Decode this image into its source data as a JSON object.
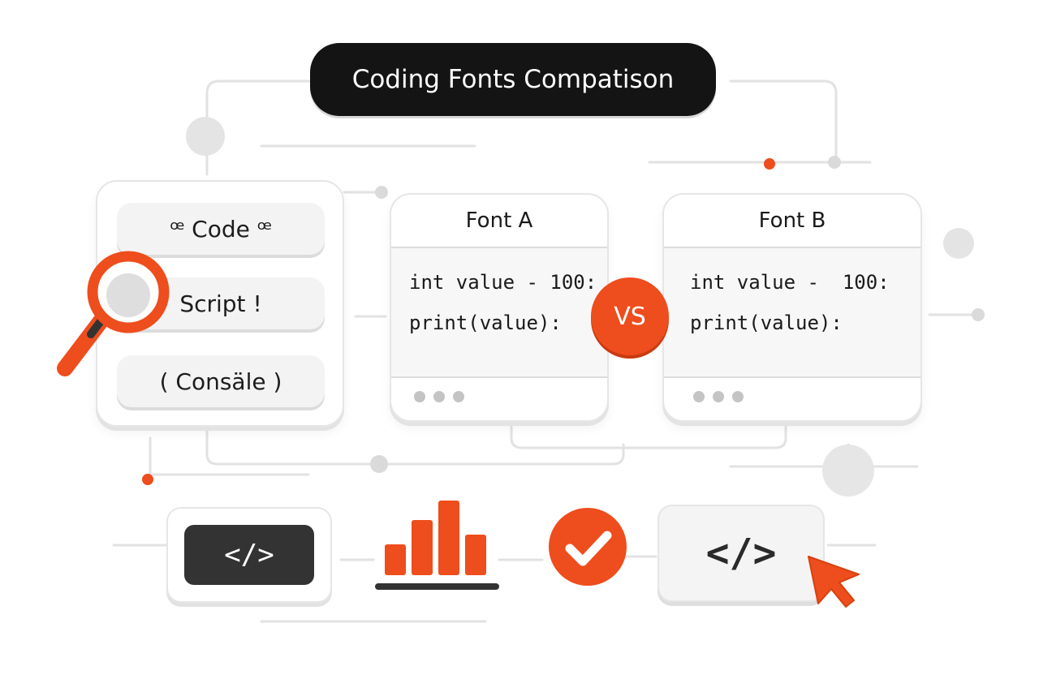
{
  "title": "Coding Fonts Compatison",
  "menu": {
    "items": [
      {
        "label": "ꟹ Code ꟹ"
      },
      {
        "label": "Script !"
      },
      {
        "label": "( Consäle )"
      }
    ]
  },
  "font_a": {
    "label": "Font A",
    "lines": [
      "int value - 100:",
      "print(value):"
    ]
  },
  "font_b": {
    "label": "Font B",
    "lines": [
      "int value -  100:",
      "print(value):"
    ]
  },
  "vs_label": "VS",
  "code_tag_dark": "</>",
  "code_tag_light": "</>",
  "icons": [
    "magnifier-icon",
    "bar-chart-icon",
    "checkmark-icon",
    "cursor-pointer-icon"
  ],
  "colors": {
    "accent": "#ee4d1d",
    "dark": "#141414",
    "line": "#e2e2e2"
  }
}
